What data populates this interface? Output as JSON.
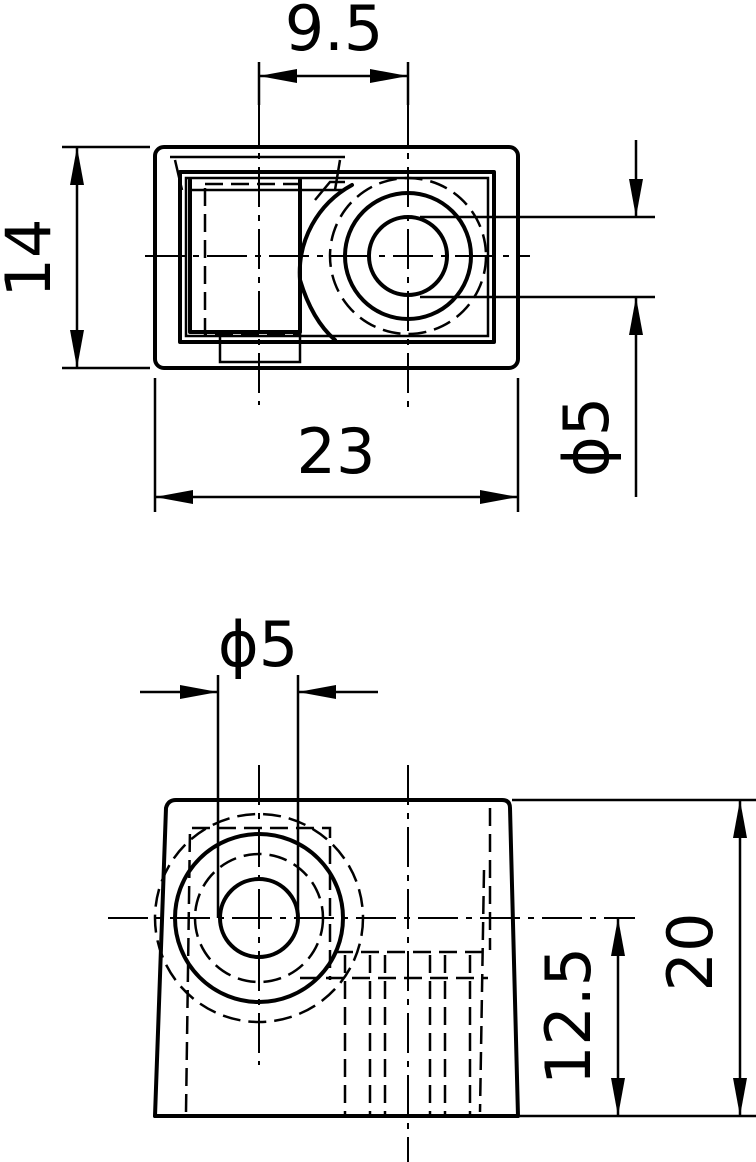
{
  "top_view": {
    "dim_top_width": "9.5",
    "dim_height": "14",
    "dim_width": "23",
    "dim_bore": "ϕ5"
  },
  "front_view": {
    "dim_bore": "ϕ5",
    "dim_height_total": "20",
    "dim_axis_height": "12.5"
  },
  "colors": {
    "line": "#000000",
    "background": "#ffffff"
  }
}
